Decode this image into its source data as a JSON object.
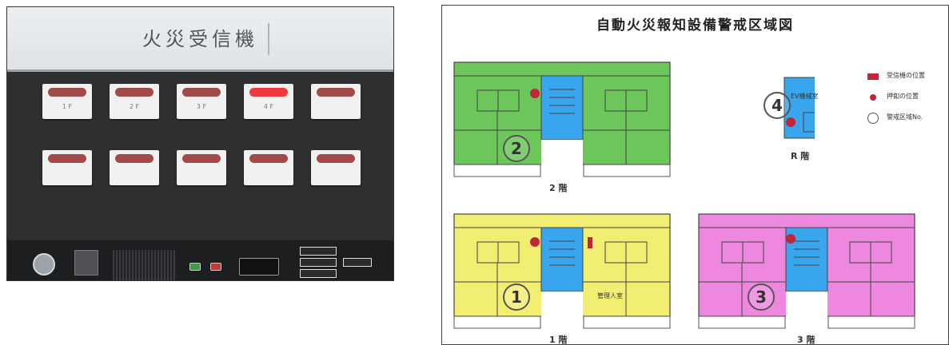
{
  "panel": {
    "title": "火災受信機",
    "zones": [
      {
        "label": "1 F",
        "lit": false
      },
      {
        "label": "2 F",
        "lit": false
      },
      {
        "label": "3 F",
        "lit": false
      },
      {
        "label": "4 F",
        "lit": true
      },
      {
        "label": "",
        "lit": false
      },
      {
        "label": "",
        "lit": false
      },
      {
        "label": "",
        "lit": false
      },
      {
        "label": "",
        "lit": false
      },
      {
        "label": "",
        "lit": false
      },
      {
        "label": "",
        "lit": false
      }
    ]
  },
  "map": {
    "title": "自動火災報知設備警戒区域図",
    "legend": {
      "receiver": "受信機の位置",
      "pushbutton": "押釦の位置",
      "zone_no": "警戒区域No."
    },
    "floors": {
      "floor2": {
        "label": "2 階",
        "zone": "2",
        "color": "#6cc65a"
      },
      "floor1": {
        "label": "1 階",
        "zone": "1",
        "color": "#f2ee72",
        "room": "管理人室"
      },
      "floor3": {
        "label": "3 階",
        "zone": "3",
        "color": "#ee88de"
      },
      "roof": {
        "label": "R 階",
        "zone": "4",
        "color": "#39a5ec",
        "room": "EV機械室"
      }
    },
    "colors": {
      "stair": "#39a5ec",
      "receiver_marker": "#c0263a",
      "pushbutton_marker": "#c0263a"
    }
  }
}
